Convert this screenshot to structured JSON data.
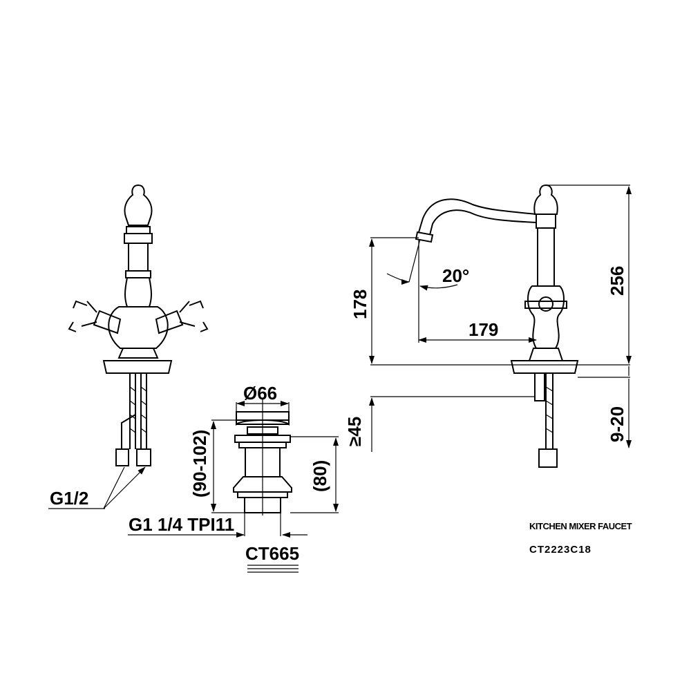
{
  "title": "KITCHEN MIXER FAUCET",
  "model_code": "CT2223C18",
  "front_view": {
    "connection_label": "G1/2"
  },
  "drain": {
    "diameter_label": "Ø66",
    "height_range_label": "(90-102)",
    "body_height_label": "(80)",
    "thread_label": "G1 1/4 TPI11",
    "model_label": "CT665"
  },
  "side_view": {
    "spout_height_label": "178",
    "angle_label": "20°",
    "spout_reach_label": "179",
    "total_height_label": "256",
    "deck_thickness_label": "9-20",
    "min_clearance_label": "≥45"
  }
}
